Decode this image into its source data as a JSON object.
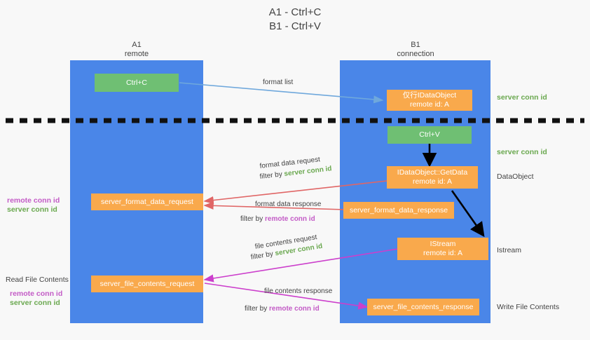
{
  "title": "A1 - Ctrl+C\nB1 - Ctrl+V",
  "columns": {
    "left": {
      "name": "A1",
      "sub": "remote",
      "label": "A1\nremote"
    },
    "right": {
      "name": "B1",
      "sub": "connection",
      "label": "B1\nconnection"
    }
  },
  "nodes": {
    "ctrl_c": "Ctrl+C",
    "ctrl_v": "Ctrl+V",
    "idataobject_top": "仅行IDataObject\nremote id: A",
    "idataobject_getdata": "IDataObject::GetData\nremote id: A",
    "istream": "IStream\nremote id: A",
    "server_format_data_request": "server_format_data_request",
    "server_format_data_response": "server_format_data_response",
    "server_file_contents_request": "server_file_contents_request",
    "server_file_contents_response": "server_file_contents_response"
  },
  "edges": {
    "format_list": "format list",
    "format_data_request": "format data request",
    "format_data_request_filter_prefix": "filter by ",
    "format_data_request_filter_key": "server conn id",
    "format_data_response": "format data response",
    "format_data_response_filter_prefix": "filter by ",
    "format_data_response_filter_key": "remote conn id",
    "file_contents_request": "file contents request",
    "file_contents_request_filter_prefix": "filter by ",
    "file_contents_request_filter_key": "server conn id",
    "file_contents_response": "file contents response",
    "file_contents_response_filter_prefix": "filter by ",
    "file_contents_response_filter_key": "remote conn id"
  },
  "right_labels": {
    "server_conn_id_top": "server conn id",
    "server_conn_id_second": "server conn id",
    "dataobject": "DataObject",
    "istream": "Istream",
    "write_file_contents": "Write File Contents"
  },
  "left_labels": {
    "remote_conn_id_upper": "remote conn id",
    "server_conn_id_upper": "server conn id",
    "read_file_contents": "Read File Contents",
    "remote_conn_id_lower": "remote conn id",
    "server_conn_id_lower": "server conn id"
  },
  "colors": {
    "lane": "#4a86e8",
    "box_orange": "#f9a94c",
    "box_green": "#6fbf73",
    "green_text": "#6aa84f",
    "purple_text": "#c35bc6",
    "arrow_red": "#e06666",
    "arrow_magenta": "#cc3fcc",
    "arrow_lightblue": "#6fa8dc",
    "arrow_black": "#000000",
    "divider": "#111111",
    "background": "#f8f8f8"
  }
}
